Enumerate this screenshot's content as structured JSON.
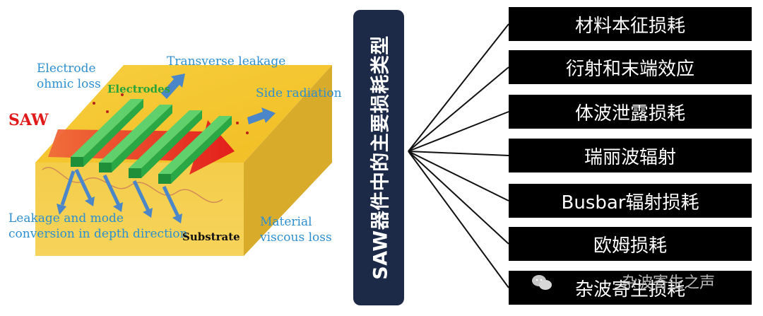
{
  "figure": {
    "saw_label": "SAW",
    "electrodes_label": "Electrodes",
    "substrate_label": "Substrate",
    "electrode_ohmic_loss": [
      "Electrode",
      "ohmic loss"
    ],
    "transverse_leakage": "Transverse leakage",
    "side_radiation": "Side radiation",
    "leakage_mode_conversion": [
      "Leakage and mode",
      "conversion in depth direction"
    ],
    "material_viscous_loss": [
      "Material",
      "viscous loss"
    ]
  },
  "center_bar": {
    "title": "SAW器件中的主要损耗类型"
  },
  "loss_types": [
    "材料本征损耗",
    "衍射和末端效应",
    "体波泄露损耗",
    "瑞丽波辐射",
    "Busbar辐射损耗",
    "欧姆损耗",
    "杂波寄生损耗"
  ],
  "watermark": {
    "text": "杂波寄生之声"
  },
  "colors": {
    "substrate_top": "#f5c534",
    "substrate_front": "#f2c94a",
    "substrate_side": "#c9a02a",
    "electrode_green": "#27b34a",
    "arrow_blue": "#4a86c8",
    "arrow_red": "#e51d1d",
    "bar_navy": "#1c2a47",
    "box_black": "#000000"
  }
}
